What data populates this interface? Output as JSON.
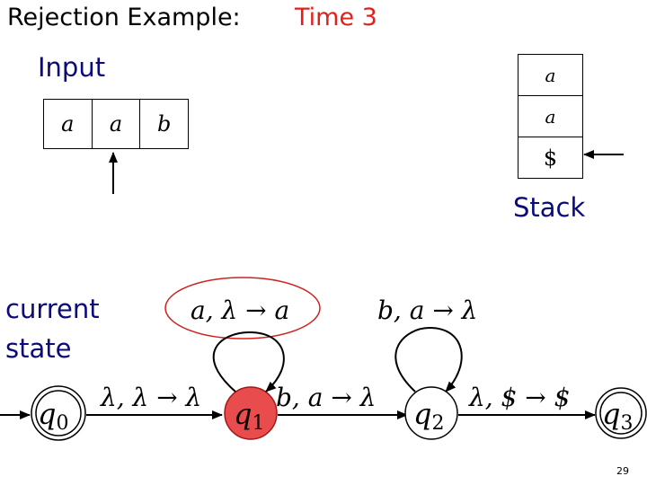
{
  "slide": {
    "title": "Rejection Example:",
    "time_label": "Time 3",
    "input_label": "Input",
    "stack_label": "Stack",
    "current_state_label_line1": "current",
    "current_state_label_line2": "state",
    "page_number": "29"
  },
  "input_tape": [
    "a",
    "a",
    "b"
  ],
  "stack_contents": [
    "a",
    "a",
    "$"
  ],
  "states": {
    "q0": {
      "name": "q",
      "sub": "0"
    },
    "q1": {
      "name": "q",
      "sub": "1"
    },
    "q2": {
      "name": "q",
      "sub": "2"
    },
    "q3": {
      "name": "q",
      "sub": "3"
    }
  },
  "transitions": {
    "q0_q1": "λ, λ → λ",
    "q1_loop": "a, λ → a",
    "q1_q2": "b, a → λ",
    "q2_loop": "b, a → λ",
    "q2_q3": "λ, $ → $"
  },
  "colors": {
    "title": "#000000",
    "time": "#e0201c",
    "labels": "#0a0a7a",
    "current_state_fill": "#e84c4c",
    "highlight_ellipse": "#d02020"
  }
}
